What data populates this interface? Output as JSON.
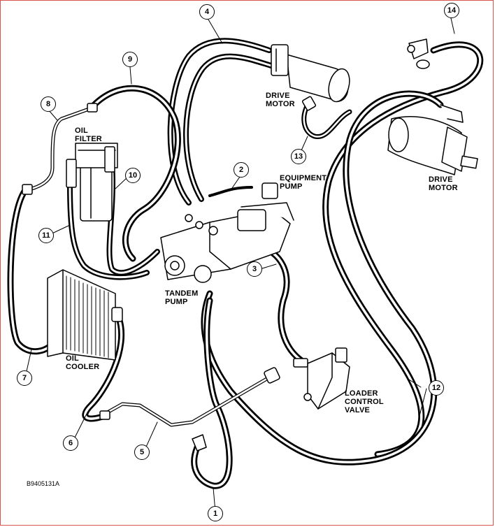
{
  "diagram": {
    "labels": {
      "drive_motor_top": [
        "DRIVE",
        "MOTOR"
      ],
      "drive_motor_right": [
        "DRIVE",
        "MOTOR"
      ],
      "oil_filter": [
        "OIL",
        "FILTER"
      ],
      "equipment_pump": [
        "EQUIPMENT",
        "PUMP"
      ],
      "tandem_pump": [
        "TANDEM",
        "PUMP"
      ],
      "oil_cooler": [
        "OIL",
        "COOLER"
      ],
      "loader_control_valve": [
        "LOADER",
        "CONTROL",
        "VALVE"
      ]
    },
    "callouts": [
      "1",
      "2",
      "3",
      "4",
      "5",
      "6",
      "7",
      "8",
      "9",
      "10",
      "11",
      "12",
      "13",
      "14"
    ],
    "document_id": "B9405131A"
  }
}
